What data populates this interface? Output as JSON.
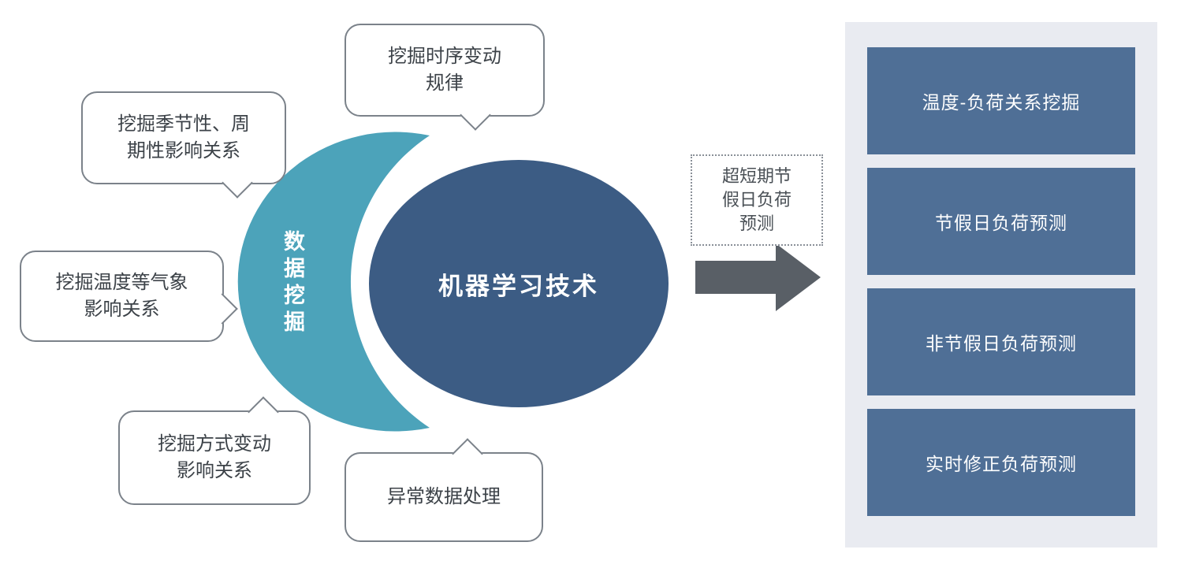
{
  "diagram": {
    "bubbles": [
      {
        "line1": "挖掘时序变动",
        "line2": "规律"
      },
      {
        "line1": "挖掘季节性、周",
        "line2": "期性影响关系"
      },
      {
        "line1": "挖掘温度等气象",
        "line2": "影响关系"
      },
      {
        "line1": "挖掘方式变动",
        "line2": "影响关系"
      },
      {
        "line1": "异常数据处理",
        "line2": ""
      }
    ],
    "crescent_label": "数据挖掘",
    "center_label": "机器学习技术",
    "arrow_label": {
      "line1": "超短期节",
      "line2": "假日负荷",
      "line3": "预测"
    },
    "outputs": [
      "温度-负荷关系挖掘",
      "节假日负荷预测",
      "非节假日负荷预测",
      "实时修正负荷预测"
    ],
    "colors": {
      "crescent": "#4ca3ba",
      "center_ellipse": "#3c5c84",
      "output_box": "#4f6f96",
      "panel_bg": "#e9ebf1",
      "arrow": "#595f66",
      "bubble_border": "#7b828a"
    }
  }
}
